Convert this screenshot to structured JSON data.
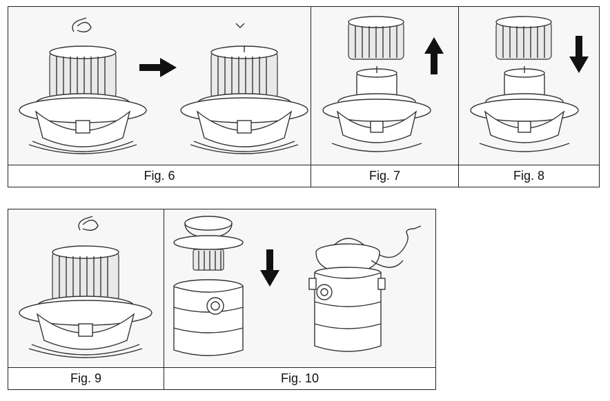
{
  "figures": {
    "fig6": {
      "caption": "Fig. 6",
      "step_arrow": "arrow-right"
    },
    "fig7": {
      "caption": "Fig. 7",
      "step_arrow": "arrow-up"
    },
    "fig8": {
      "caption": "Fig. 8",
      "step_arrow": "arrow-down"
    },
    "fig9": {
      "caption": "Fig. 9"
    },
    "fig10": {
      "caption": "Fig. 10",
      "step_arrow": "arrow-down"
    }
  }
}
